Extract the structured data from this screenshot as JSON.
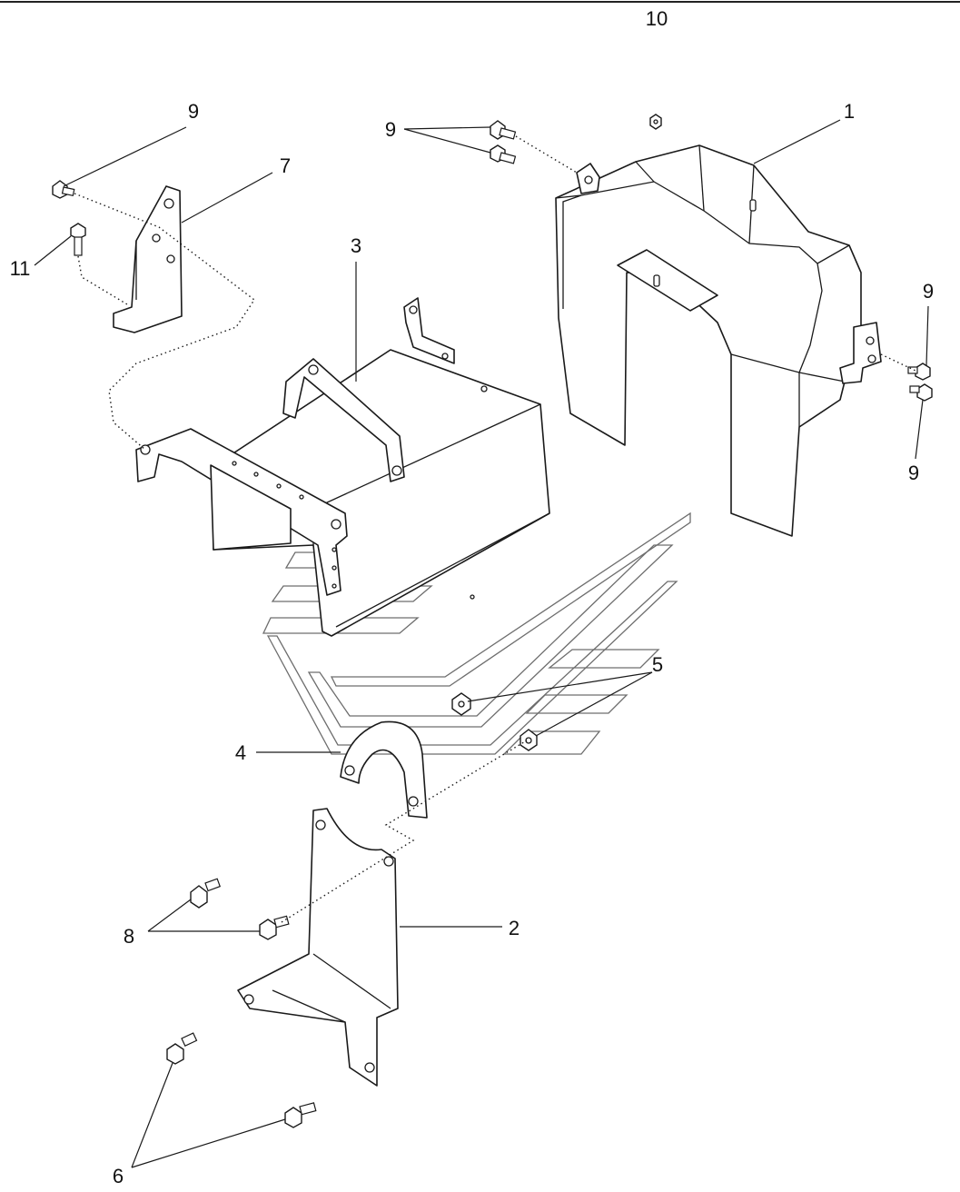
{
  "diagram": {
    "callouts": [
      {
        "id": "c1",
        "label": "1"
      },
      {
        "id": "c2",
        "label": "2"
      },
      {
        "id": "c3",
        "label": "3"
      },
      {
        "id": "c4",
        "label": "4"
      },
      {
        "id": "c5",
        "label": "5"
      },
      {
        "id": "c6",
        "label": "6"
      },
      {
        "id": "c7",
        "label": "7"
      },
      {
        "id": "c8",
        "label": "8"
      },
      {
        "id": "c9a",
        "label": "9"
      },
      {
        "id": "c9b",
        "label": "9"
      },
      {
        "id": "c9c",
        "label": "9"
      },
      {
        "id": "c9d",
        "label": "9"
      },
      {
        "id": "c10",
        "label": "10"
      },
      {
        "id": "c11",
        "label": "11"
      }
    ]
  }
}
